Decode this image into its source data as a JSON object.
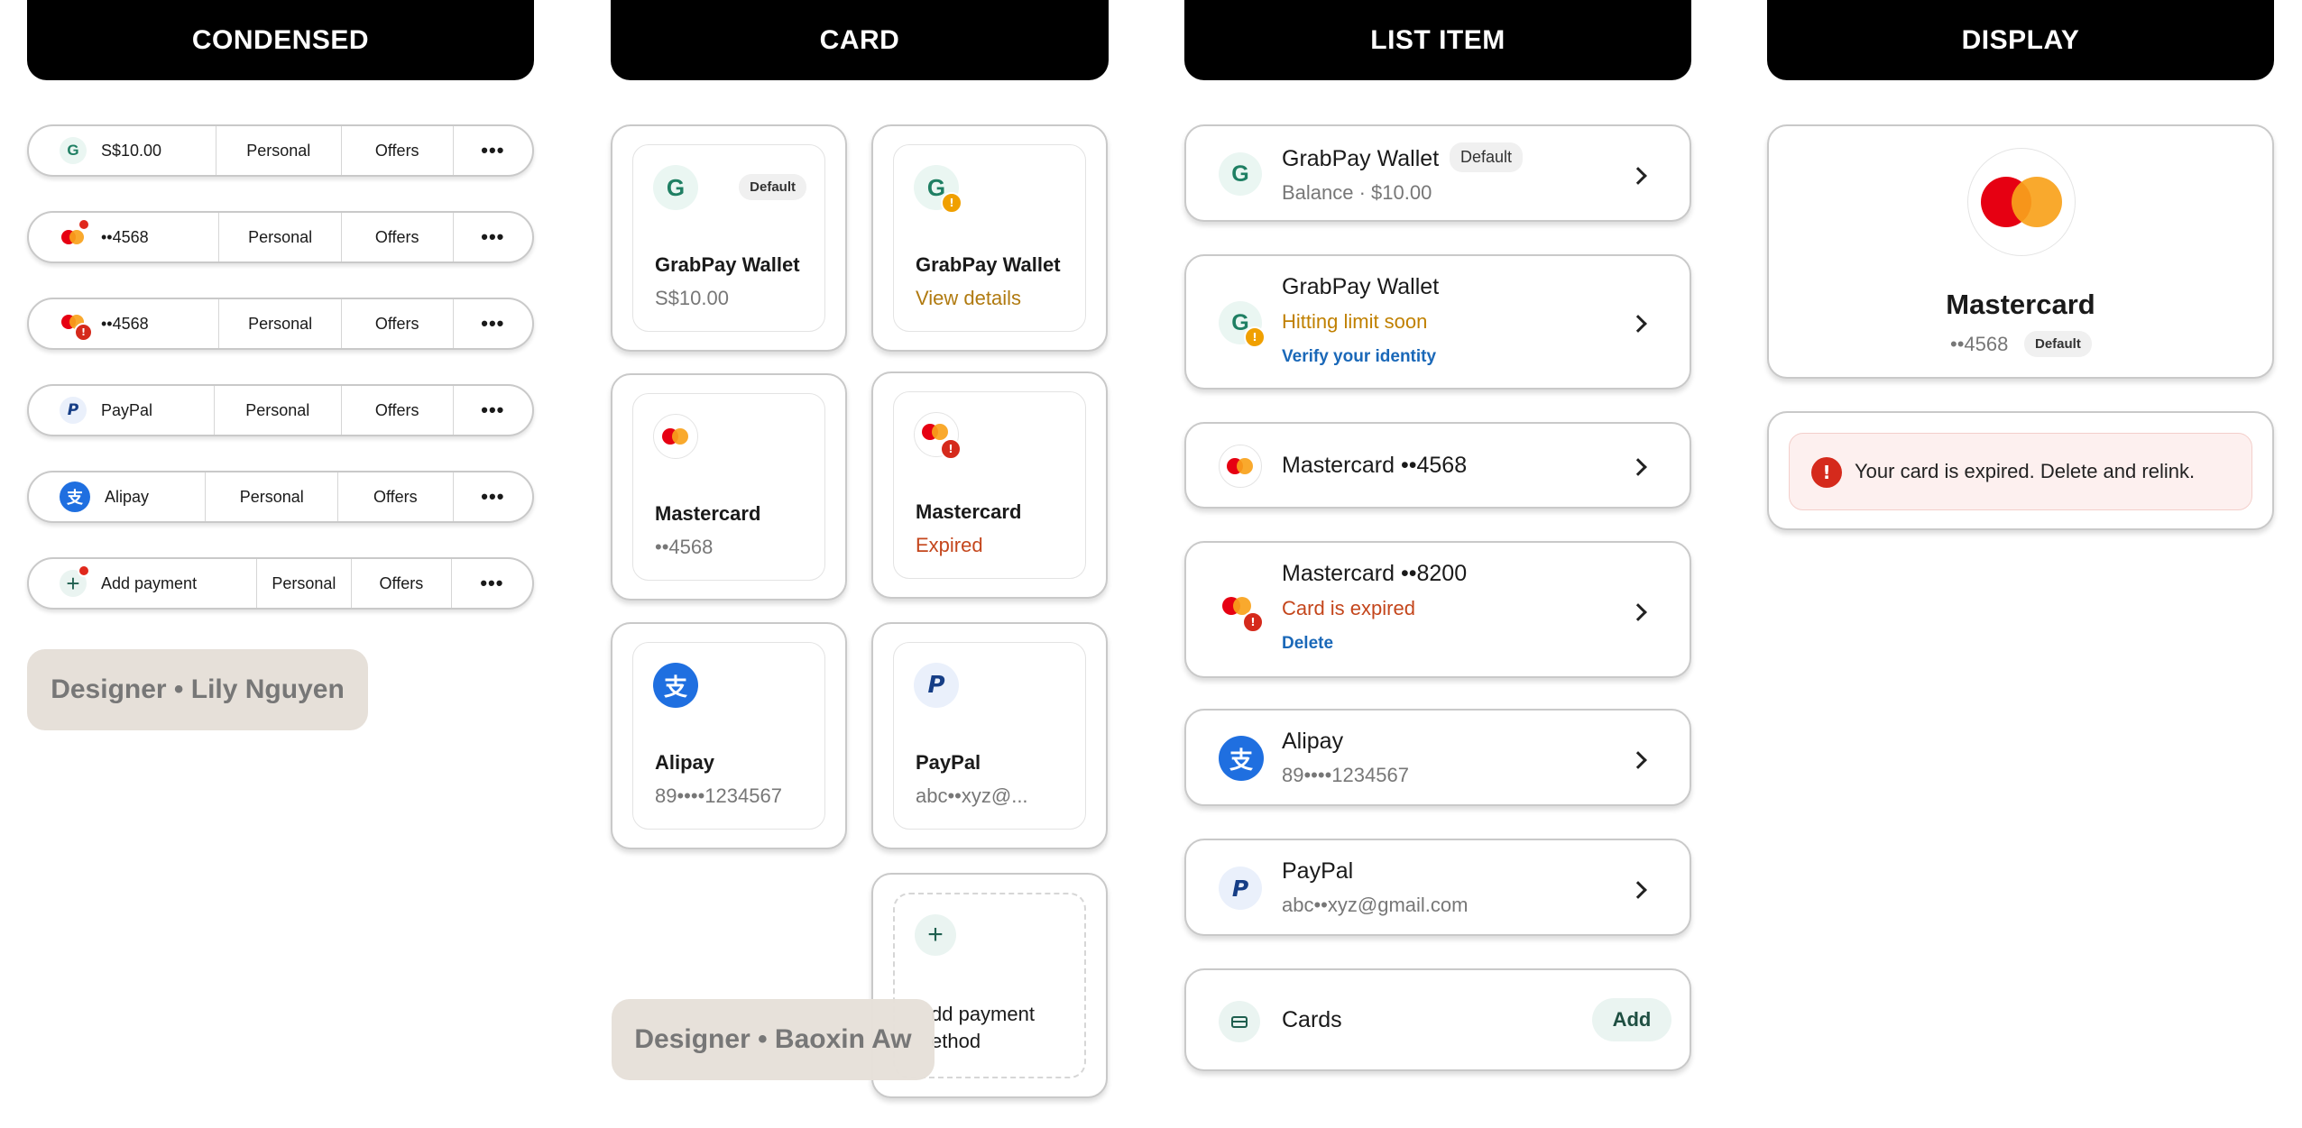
{
  "headers": {
    "condensed": "CONDENSED",
    "card": "CARD",
    "list_item": "LIST ITEM",
    "display": "DISPLAY"
  },
  "condensed": {
    "rows": [
      {
        "main": "S$10.00",
        "personal": "Personal",
        "offers": "Offers",
        "icon": "grabpay-icon"
      },
      {
        "main": "••4568",
        "personal": "Personal",
        "offers": "Offers",
        "icon": "mastercard-icon"
      },
      {
        "main": "••4568",
        "personal": "Personal",
        "offers": "Offers",
        "icon": "mastercard-icon"
      },
      {
        "main": "PayPal",
        "personal": "Personal",
        "offers": "Offers",
        "icon": "paypal-icon"
      },
      {
        "main": "Alipay",
        "personal": "Personal",
        "offers": "Offers",
        "icon": "alipay-icon"
      },
      {
        "main": "Add payment",
        "personal": "Personal",
        "offers": "Offers",
        "icon": "plus-icon"
      }
    ],
    "more": "•••",
    "designer": "Designer • Lily Nguyen"
  },
  "card": {
    "tiles": [
      {
        "title": "GrabPay Wallet",
        "sub": "S$10.00",
        "badge": "Default"
      },
      {
        "title": "GrabPay Wallet",
        "sub": "View details"
      },
      {
        "title": "Mastercard",
        "sub": "••4568"
      },
      {
        "title": "Mastercard",
        "sub": "Expired"
      },
      {
        "title": "Alipay",
        "sub": "89••••1234567"
      },
      {
        "title": "PayPal",
        "sub": "abc••xyz@..."
      },
      {
        "line1": "dd payment",
        "line2": "ethod"
      }
    ],
    "designer": "Designer • Baoxin Aw"
  },
  "list": {
    "items": [
      {
        "title": "GrabPay Wallet",
        "badge": "Default",
        "sub": "Balance · $10.00"
      },
      {
        "title": "GrabPay Wallet",
        "sub": "Hitting limit soon",
        "link": "Verify your identity"
      },
      {
        "title": "Mastercard ••4568"
      },
      {
        "title": "Mastercard ••8200",
        "sub": "Card is expired",
        "link": "Delete"
      },
      {
        "title": "Alipay",
        "sub": "89••••1234567"
      },
      {
        "title": "PayPal",
        "sub": "abc••xyz@gmail.com"
      },
      {
        "title": "Cards",
        "action": "Add"
      }
    ]
  },
  "display": {
    "title": "Mastercard",
    "number": "••4568",
    "badge": "Default",
    "error": "Your card is expired. Delete and relink."
  },
  "colors": {
    "header_bg": "#000000",
    "warning": "#c08000",
    "error": "#c4461c",
    "link": "#1a68b8",
    "mastercard_red": "#e60012",
    "mastercard_orange": "#f9a21b"
  }
}
